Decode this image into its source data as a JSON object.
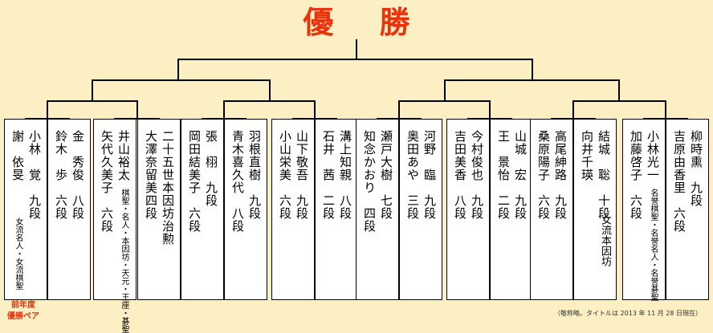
{
  "title": "優 勝",
  "previous_winner_label": [
    "前年度",
    "優勝ペア"
  ],
  "footnote": "（敬称略。タイトルは 2013 年 11 月 28 日現在）",
  "pairs": [
    {
      "right": {
        "name": "小林　覚",
        "rank": "九段"
      },
      "left": {
        "name": "謝　依旻",
        "rank": "女流名人・女流棋聖"
      }
    },
    {
      "right": {
        "name": "金　秀俊",
        "rank": "八段"
      },
      "left": {
        "name": "鈴木　歩",
        "rank": "六段"
      }
    },
    {
      "right": {
        "name": "井山裕太",
        "rank": "棋聖・名人・本因坊・天元・王座・碁聖"
      },
      "left": {
        "name": "矢代久美子",
        "rank": "六段"
      }
    },
    {
      "right": {
        "name": "二十五世本因坊治勲",
        "rank": ""
      },
      "left": {
        "name": "大澤奈留美",
        "rank": "四段"
      }
    },
    {
      "right": {
        "name": "張　栩",
        "rank": "九段"
      },
      "left": {
        "name": "岡田結美子",
        "rank": "六段"
      }
    },
    {
      "right": {
        "name": "羽根直樹",
        "rank": "九段"
      },
      "left": {
        "name": "青木喜久代",
        "rank": "八段"
      }
    },
    {
      "right": {
        "name": "山下敬吾",
        "rank": "九段"
      },
      "left": {
        "name": "小山栄美",
        "rank": "六段"
      }
    },
    {
      "right": {
        "name": "溝上知親",
        "rank": "八段"
      },
      "left": {
        "name": "石井　茜",
        "rank": "二段"
      }
    },
    {
      "right": {
        "name": "瀬戸大樹",
        "rank": "七段"
      },
      "left": {
        "name": "知念かおり",
        "rank": "四段"
      }
    },
    {
      "right": {
        "name": "河野　臨",
        "rank": "九段"
      },
      "left": {
        "name": "奥田あや",
        "rank": "三段"
      }
    },
    {
      "right": {
        "name": "今村俊也",
        "rank": "九段"
      },
      "left": {
        "name": "吉田美香",
        "rank": "八段"
      }
    },
    {
      "right": {
        "name": "山城　宏",
        "rank": "九段"
      },
      "left": {
        "name": "王　景怡",
        "rank": "二段"
      }
    },
    {
      "right": {
        "name": "高尾紳路",
        "rank": "九段"
      },
      "left": {
        "name": "桑原陽子",
        "rank": "六段"
      }
    },
    {
      "right": {
        "name": "結城　聡",
        "rank": "十段"
      },
      "left": {
        "name": "向井千瑛",
        "rank": "女流本因坊"
      }
    },
    {
      "right": {
        "name": "小林光一",
        "rank": "名誉棋聖・名誉名人・名誉碁聖"
      },
      "left": {
        "name": "加藤啓子",
        "rank": "六段"
      }
    },
    {
      "right": {
        "name": "柳時熏",
        "rank": "九段"
      },
      "left": {
        "name": "吉原由香里",
        "rank": "六段"
      }
    }
  ]
}
